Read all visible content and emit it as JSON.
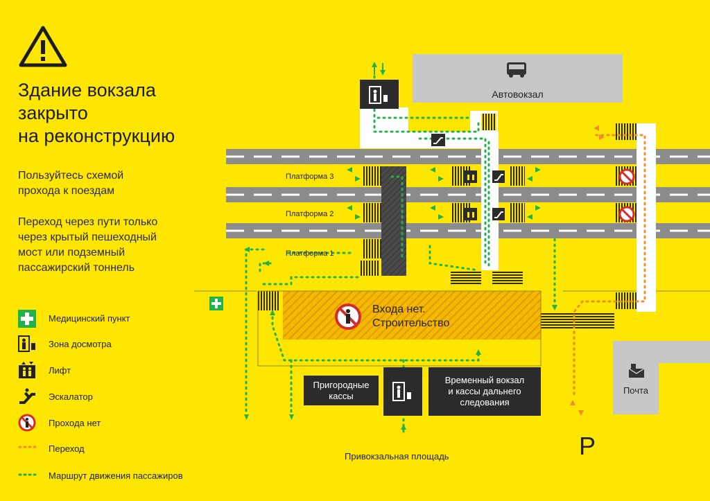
{
  "notice": {
    "warning_icon": "warning-triangle-icon",
    "title_lines": [
      "Здание вокзала",
      "закрыто",
      "на реконструкцию"
    ],
    "instruction_1_lines": [
      "Пользуйтесь схемой",
      "прохода к поездам"
    ],
    "instruction_2_lines": [
      "Переход через пути только",
      "через крытый пешеходный",
      "мост или подземный",
      "пассажирский тоннель"
    ]
  },
  "legend": [
    {
      "icon": "medical-cross-icon",
      "label": "Медицинский пункт"
    },
    {
      "icon": "security-check-icon",
      "label": "Зона досмотра"
    },
    {
      "icon": "elevator-icon",
      "label": "Лифт"
    },
    {
      "icon": "escalator-icon",
      "label": "Эскалатор"
    },
    {
      "icon": "no-entry-icon",
      "label": "Прохода нет"
    },
    {
      "icon": "orange-dotted-line",
      "label": "Переход"
    },
    {
      "icon": "green-dotted-line",
      "label": "Маршрут движения пассажиров"
    }
  ],
  "map": {
    "bus_station": "Автовокзал",
    "platforms": [
      "Платформа 3",
      "Платформа 2",
      "Платформа 1"
    ],
    "construction_lines": [
      "Входа нет.",
      "Строительство"
    ],
    "suburban_tickets_lines": [
      "Пригородные",
      "кассы"
    ],
    "temp_station_lines": [
      "Временный вокзал",
      "и кассы дальнего",
      "следования"
    ],
    "post_office": "Почта",
    "parking": "P",
    "station_square": "Привокзальная площадь"
  },
  "colors": {
    "background": "#ffe600",
    "dark": "#2b2b2b",
    "route_green": "#22b24c",
    "crossing_orange": "#f28c28",
    "building_gray": "#c7c7c7",
    "track_gray": "#8c8c8c"
  }
}
